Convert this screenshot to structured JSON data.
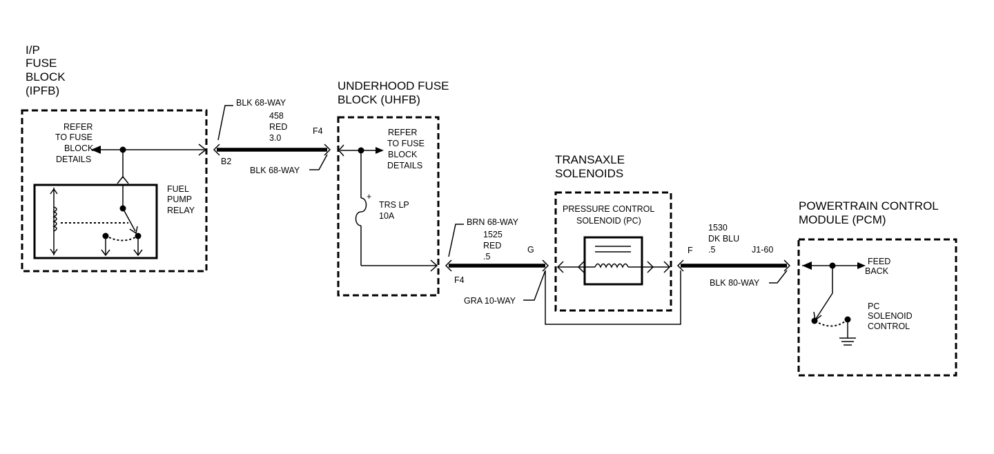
{
  "ipfb": {
    "title_lines": [
      "I/P",
      "FUSE",
      "BLOCK",
      "(IPFB)"
    ],
    "refer_lines": [
      "REFER",
      "TO FUSE",
      "BLOCK",
      "DETAILS"
    ],
    "relay_lines": [
      "FUEL",
      "PUMP",
      "RELAY"
    ]
  },
  "wire_ipfb_uhfb": {
    "connector_top": "BLK 68-WAY",
    "circuit": "458",
    "color": "RED",
    "gauge": "3.0",
    "pin_left": "B2",
    "pin_right": "F4",
    "connector_bottom": "BLK 68-WAY"
  },
  "uhfb": {
    "title_lines": [
      "UNDERHOOD FUSE",
      "BLOCK (UHFB)"
    ],
    "refer_lines": [
      "REFER",
      "TO FUSE",
      "BLOCK",
      "DETAILS"
    ],
    "fuse_lines": [
      "TRS LP",
      "10A"
    ]
  },
  "wire_uhfb_trans": {
    "connector_top": "BRN 68-WAY",
    "circuit": "1525",
    "color": "RED",
    "gauge": ".5",
    "pin_left": "F4",
    "pin_right": "G",
    "connector_bottom": "GRA 10-WAY"
  },
  "transaxle": {
    "title_lines": [
      "TRANSAXLE",
      "SOLENOIDS"
    ],
    "solenoid_lines": [
      "PRESSURE CONTROL",
      "SOLENOID (PC)"
    ]
  },
  "wire_trans_pcm": {
    "pin_left": "F",
    "circuit": "1530",
    "color": "DK BLU",
    "gauge": ".5",
    "pin_right": "J1-60",
    "connector_bottom": "BLK 80-WAY"
  },
  "pcm": {
    "title_lines": [
      "POWERTRAIN CONTROL",
      "MODULE (PCM)"
    ],
    "feed_lines": [
      "FEED",
      "BACK"
    ],
    "control_lines": [
      "PC",
      "SOLENOID",
      "CONTROL"
    ]
  }
}
